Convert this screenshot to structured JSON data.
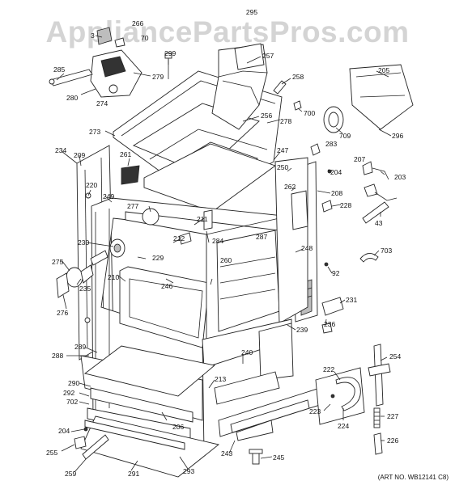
{
  "watermark": "AppliancePartsPros.com",
  "art_no": "(ART NO. WB12141 C8)",
  "callouts": {
    "c295": "295",
    "c266": "266",
    "c3": "3",
    "c70": "70",
    "c299": "299",
    "c257": "257",
    "c285": "285",
    "c279": "279",
    "c280": "280",
    "c274": "274",
    "c258": "258",
    "c205": "205",
    "c700": "700",
    "c256": "256",
    "c278": "278",
    "c709": "709",
    "c296": "296",
    "c273": "273",
    "c283": "283",
    "c234": "234",
    "c209": "209",
    "c261": "261",
    "c247": "247",
    "c250": "250",
    "c204a": "204",
    "c207": "207",
    "c203": "203",
    "c262": "262",
    "c220": "220",
    "c208": "208",
    "c249": "249",
    "c277": "277",
    "c228": "228",
    "c211": "211",
    "c43": "43",
    "c212": "212",
    "c284": "284",
    "c287": "287",
    "c230": "230",
    "c248": "248",
    "c703": "703",
    "c229": "229",
    "c260": "260",
    "c275": "275",
    "c92": "92",
    "c210": "210",
    "c246": "246",
    "c235": "235",
    "c231": "231",
    "c276": "276",
    "c239": "239",
    "c236": "236",
    "c289": "289",
    "c240": "240",
    "c254": "254",
    "c288": "288",
    "c222": "222",
    "c213": "213",
    "c290": "290",
    "c292": "292",
    "c702": "702",
    "c223": "223",
    "c224": "224",
    "c227": "227",
    "c206": "206",
    "c204b": "204",
    "c226": "226",
    "c255": "255",
    "c243": "243",
    "c245": "245",
    "c259": "259",
    "c291": "291",
    "c293": "293"
  }
}
